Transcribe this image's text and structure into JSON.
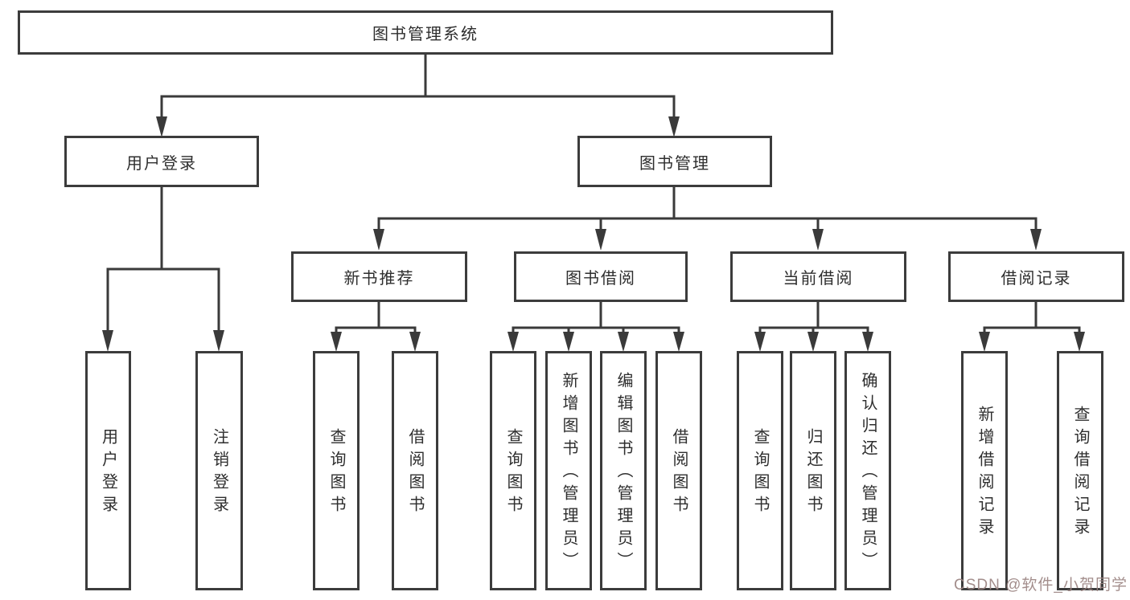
{
  "colors": {
    "line": "#3a3a3a",
    "box_border": "#3c3c3c",
    "text": "#2e2e2e",
    "watermark": "#9b8482"
  },
  "watermark": "CSDN @软件_小贺同学",
  "tree": {
    "label": "图书管理系统",
    "children": [
      {
        "label": "用户登录",
        "children": [
          {
            "label": "用户登录"
          },
          {
            "label": "注销登录"
          }
        ]
      },
      {
        "label": "图书管理",
        "children": [
          {
            "label": "新书推荐",
            "children": [
              {
                "label": "查询图书"
              },
              {
                "label": "借阅图书"
              }
            ]
          },
          {
            "label": "图书借阅",
            "children": [
              {
                "label": "查询图书"
              },
              {
                "label": "新增图书（管理员）"
              },
              {
                "label": "编辑图书（管理员）"
              },
              {
                "label": "借阅图书"
              }
            ]
          },
          {
            "label": "当前借阅",
            "children": [
              {
                "label": "查询图书"
              },
              {
                "label": "归还图书"
              },
              {
                "label": "确认归还（管理员）"
              }
            ]
          },
          {
            "label": "借阅记录",
            "children": [
              {
                "label": "新增借阅记录"
              },
              {
                "label": "查询借阅记录"
              }
            ]
          }
        ]
      }
    ]
  }
}
